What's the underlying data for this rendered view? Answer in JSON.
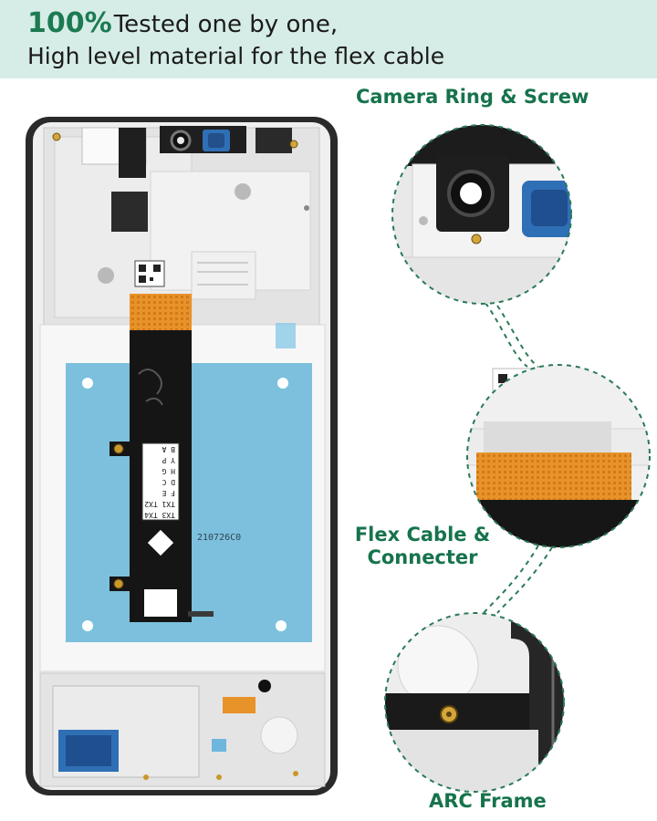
{
  "header": {
    "highlight": "100%",
    "line1_rest": "Tested one by one,",
    "line2": "High level material for the flex cable"
  },
  "callouts": {
    "camera": "Camera Ring & Screw",
    "flex_line1": "Flex Cable &",
    "flex_line2": "Connecter",
    "arc": "ARC Frame"
  },
  "flex_table": {
    "rows": [
      "TX3 TX4",
      "TX1 TX2",
      "F  E",
      "D  C",
      "H  G",
      "Y  P",
      "B  A"
    ]
  },
  "board_code": "210726C0",
  "colors": {
    "accent_green": "#16734c",
    "header_bg": "#d6ece6",
    "flex_orange": "#e8922a",
    "protective_blue": "#7cc0dd"
  }
}
